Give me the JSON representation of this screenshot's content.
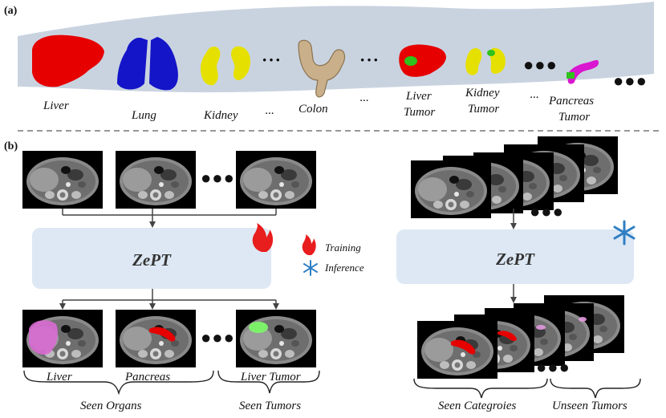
{
  "panel_a": {
    "tag": "(a)",
    "labels": {
      "liver": "Liver",
      "lung": "Lung",
      "kidney": "Kidney",
      "ellipsis1": "···",
      "colon": "Colon",
      "ellipsis2": "···",
      "liver_tumor_1": "Liver",
      "liver_tumor_2": "Tumor",
      "kidney_tumor_1": "Kidney",
      "kidney_tumor_2": "Tumor",
      "ellipsis3": "···",
      "pancreas_tumor_1": "Pancreas",
      "pancreas_tumor_2": "Tumor"
    }
  },
  "panel_b": {
    "tag": "(b)",
    "left_model": "ZePT",
    "right_model": "ZePT",
    "legend": {
      "training": "Training",
      "inference": "Inference"
    },
    "output_labels": {
      "liver": "Liver",
      "pancreas": "Pancreas",
      "liver_tumor": "Liver Tumor"
    },
    "groups": {
      "seen_organs": "Seen Organs",
      "seen_tumors": "Seen Tumors",
      "seen_categories": "Seen Categroies",
      "unseen_tumors": "Unseen Tumors"
    }
  },
  "colors": {
    "band": "#c9d3e0",
    "model_box": "#dde8f4",
    "liver": "#e60000",
    "lung": "#1414c8",
    "kidney": "#e6e000",
    "colon": "#c9b08a",
    "tumor_green": "#2fc21c",
    "pancreas_magenta": "#d916d0",
    "fire": "#e81d1d",
    "snow": "#2f7fc4"
  }
}
